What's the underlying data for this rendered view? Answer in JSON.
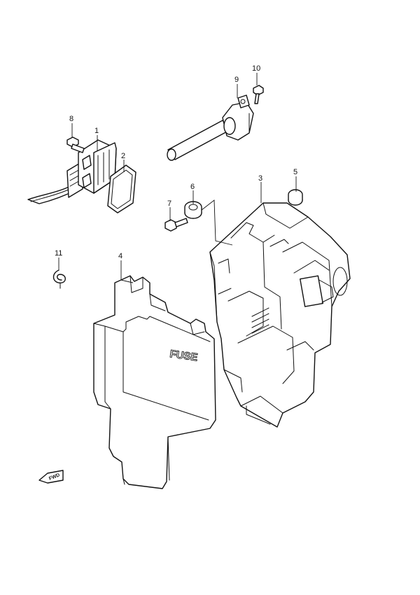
{
  "callouts": {
    "p1": "1",
    "p2": "2",
    "p3": "3",
    "p4": "4",
    "p5": "5",
    "p6": "6",
    "p7": "7",
    "p8": "8",
    "p9": "9",
    "p10": "10",
    "p11": "11"
  },
  "cover_marking": "FUSE",
  "direction_marker": "FWD",
  "line_color": "#111111",
  "background_color": "#ffffff"
}
